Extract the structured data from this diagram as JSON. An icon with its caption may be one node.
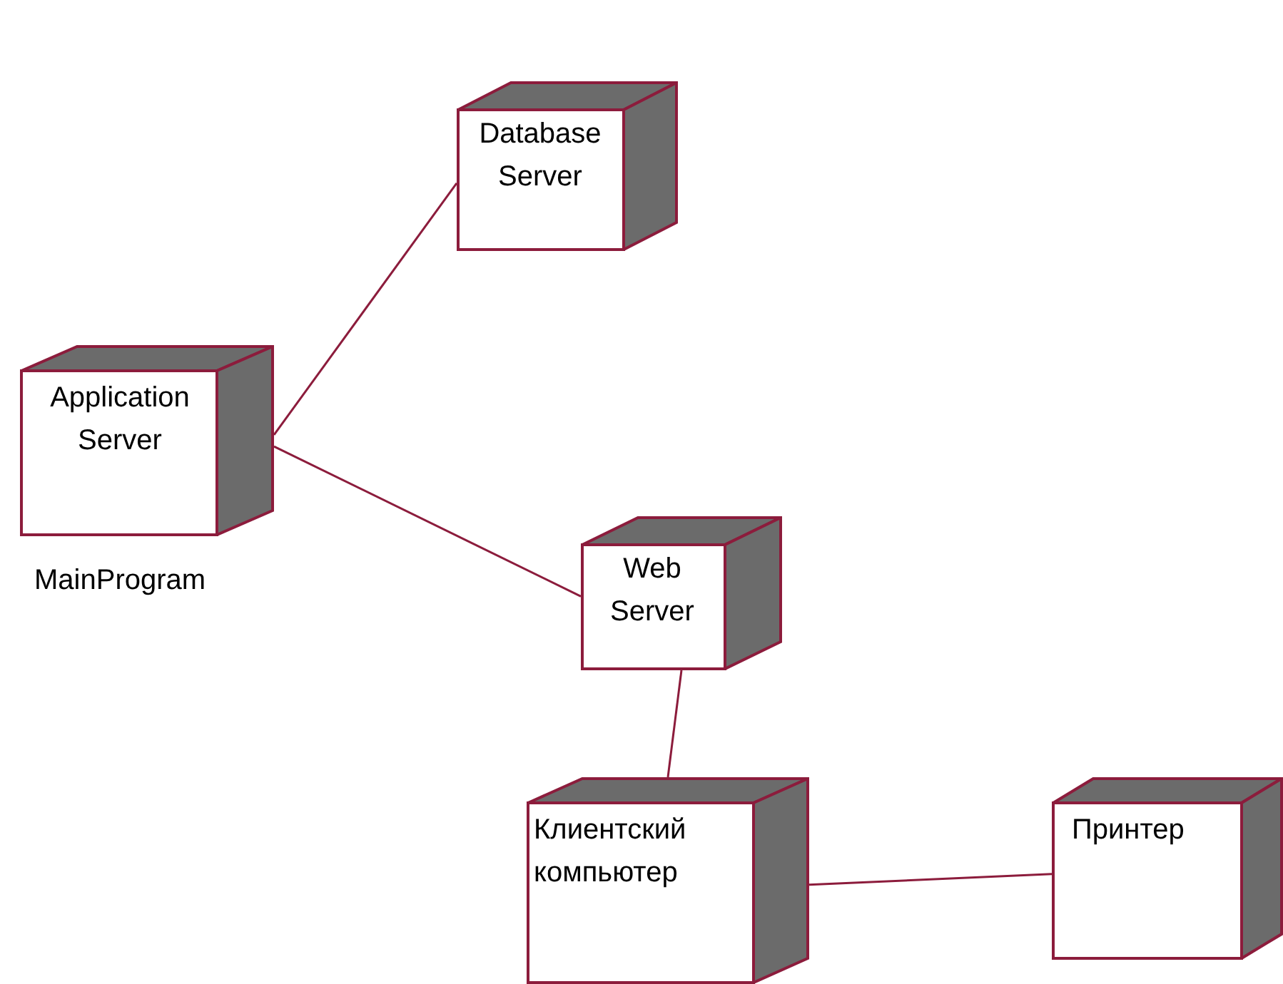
{
  "diagram": {
    "nodes": [
      {
        "text": [
          "Database Server"
        ]
      },
      {
        "text": [
          "Application Server"
        ],
        "beside": [
          "MainProgram"
        ]
      },
      {
        "text": [
          "Web Server"
        ]
      },
      {
        "text": [
          "Клиентский компьютер"
        ]
      },
      {
        "text": [
          "Принтер"
        ]
      }
    ],
    "edges": [
      {
        "from": 1,
        "to": 0,
        "arrow": "none"
      },
      {
        "from": 1,
        "to": 2,
        "arrow": "none"
      },
      {
        "from": 2,
        "to": 3,
        "arrow": "none"
      },
      {
        "from": 3,
        "to": 4,
        "arrow": "none"
      }
    ]
  }
}
